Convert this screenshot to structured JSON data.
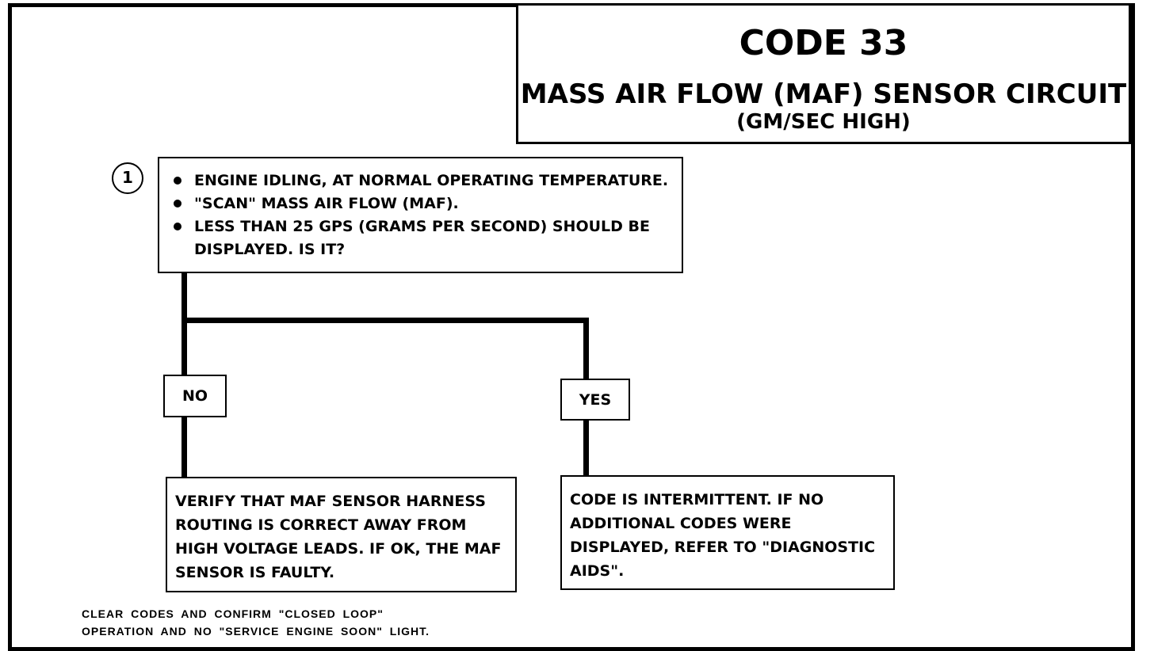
{
  "header": {
    "code": "CODE 33",
    "title": "MASS AIR FLOW (MAF) SENSOR CIRCUIT",
    "subtitle": "(GM/SEC HIGH)"
  },
  "step": {
    "number": "1",
    "lines": [
      "ENGINE IDLING, AT NORMAL OPERATING TEMPERATURE.",
      "\"SCAN\" MASS AIR FLOW (MAF).",
      "LESS THAN 25 GPS (GRAMS PER SECOND) SHOULD BE",
      "DISPLAYED.  IS IT?"
    ]
  },
  "branches": {
    "no_label": "NO",
    "yes_label": "YES",
    "no_result": [
      "VERIFY THAT MAF SENSOR HARNESS",
      "ROUTING IS CORRECT AWAY FROM",
      "HIGH VOLTAGE LEADS.  IF OK, THE MAF",
      "SENSOR IS FAULTY."
    ],
    "yes_result": [
      "CODE IS INTERMITTENT.  IF NO",
      "ADDITIONAL CODES WERE",
      "DISPLAYED,  REFER TO \"DIAGNOSTIC",
      "AIDS\"."
    ]
  },
  "footer": {
    "lines": [
      "CLEAR CODES AND CONFIRM \"CLOSED LOOP\"",
      "OPERATION AND NO \"SERVICE ENGINE SOON\" LIGHT."
    ]
  }
}
